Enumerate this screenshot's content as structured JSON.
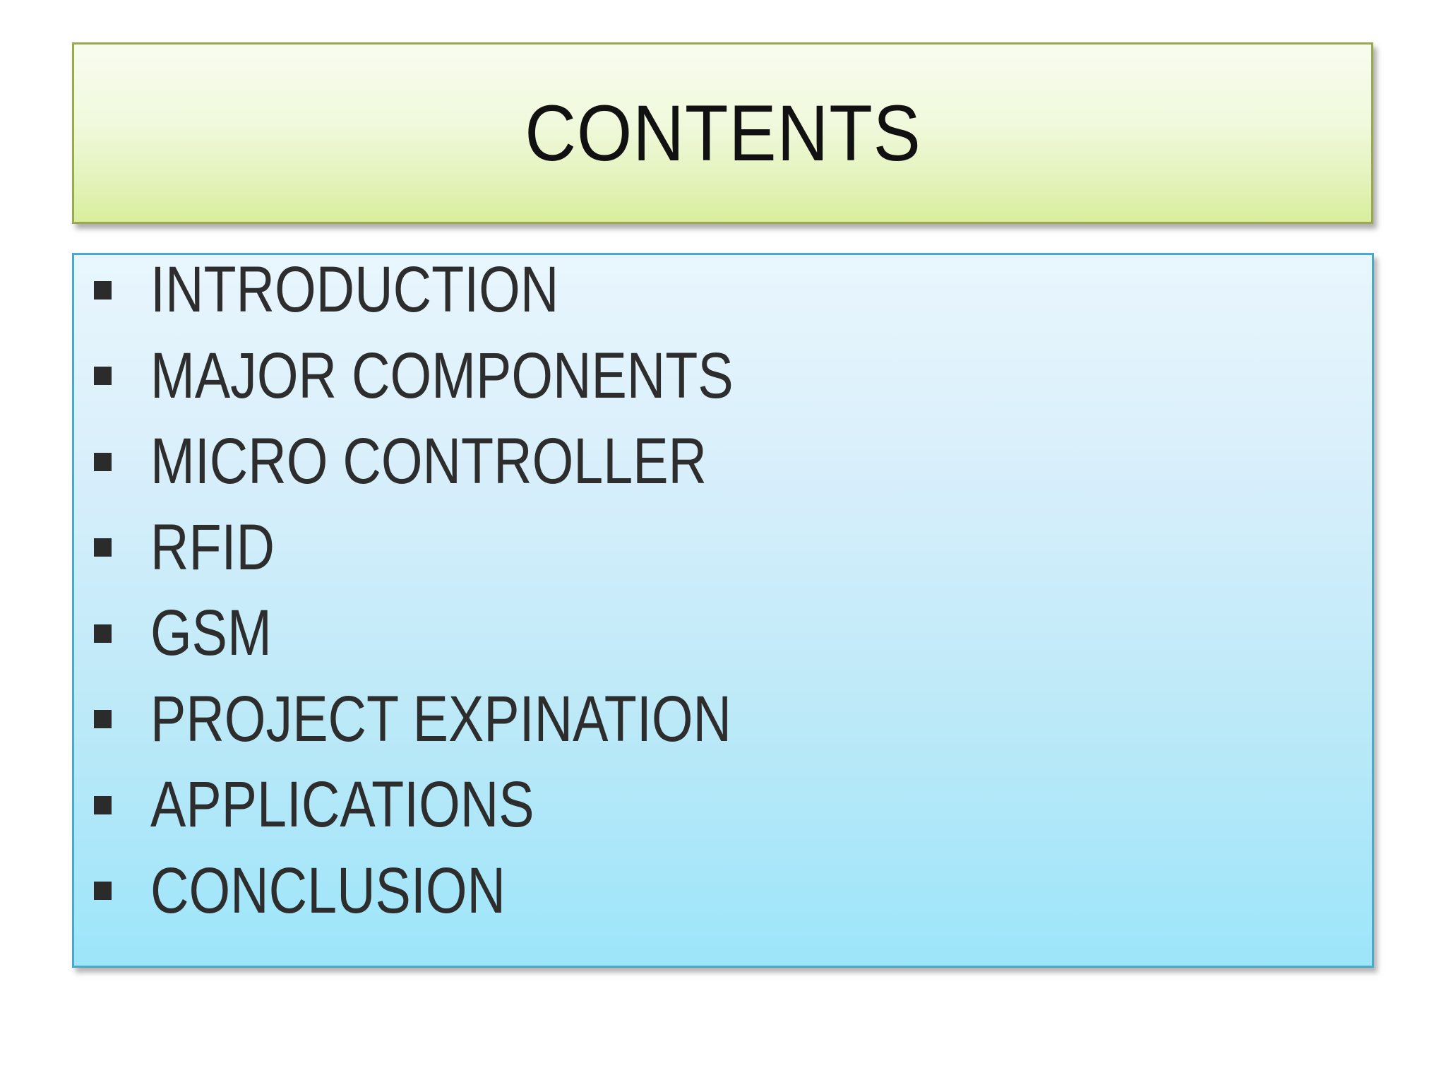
{
  "title": "CONTENTS",
  "items": [
    {
      "label": "INTRODUCTION"
    },
    {
      "label": "MAJOR COMPONENTS"
    },
    {
      "label": "MICRO CONTROLLER"
    },
    {
      "label": "RFID"
    },
    {
      "label": "GSM"
    },
    {
      "label": "PROJECT EXPINATION"
    },
    {
      "label": "APPLICATIONS"
    },
    {
      "label": "CONCLUSION"
    }
  ],
  "colors": {
    "title_box_top": "#f8fcf0",
    "title_box_bottom": "#d9ee9d",
    "title_box_border": "#9aa94f",
    "content_box_top": "#e9f6fd",
    "content_box_bottom": "#9de5fa",
    "content_box_border": "#4aa9c8",
    "title_text": "#111111",
    "item_text": "#2d2d2d",
    "bullet": "#2b2b2b"
  }
}
